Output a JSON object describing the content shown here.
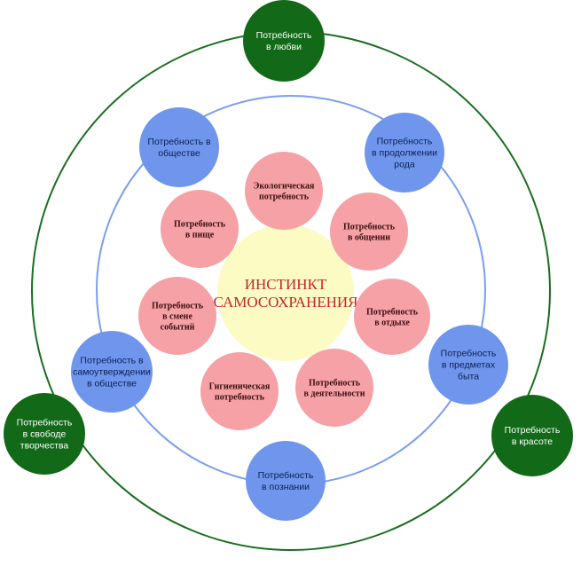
{
  "center": {
    "lines": [
      "ИНСТИНКТ",
      "САМОСОХРАНЕНИЯ"
    ]
  },
  "inner_needs": [
    {
      "id": "ecology",
      "lines": [
        "Экологическая",
        "потребность"
      ]
    },
    {
      "id": "communication",
      "lines": [
        "Потребность",
        "в общении"
      ]
    },
    {
      "id": "rest",
      "lines": [
        "Потребность",
        "в отдыхе"
      ]
    },
    {
      "id": "activity",
      "lines": [
        "Потребность",
        "в деятельности"
      ]
    },
    {
      "id": "hygiene",
      "lines": [
        "Гигиеническая",
        "потребность"
      ]
    },
    {
      "id": "events",
      "lines": [
        "Потребность",
        "в смене",
        "событий"
      ]
    },
    {
      "id": "food",
      "lines": [
        "Потребность",
        "в пище"
      ]
    }
  ],
  "middle_needs": [
    {
      "id": "society",
      "lines": [
        "Потребность в",
        "обществе"
      ]
    },
    {
      "id": "procreation",
      "lines": [
        "Потребность",
        "в продолжении",
        "рода"
      ]
    },
    {
      "id": "objects",
      "lines": [
        "Потребность",
        "в предметах",
        "быта"
      ]
    },
    {
      "id": "cognition",
      "lines": [
        "Потребность",
        "в познании"
      ]
    },
    {
      "id": "self-assertion",
      "lines": [
        "Потребность в",
        "самоутверждении",
        "в обществе"
      ]
    }
  ],
  "outer_needs": [
    {
      "id": "love",
      "lines": [
        "Потребность",
        "в любви"
      ]
    },
    {
      "id": "beauty",
      "lines": [
        "Потребность",
        "в красоте"
      ]
    },
    {
      "id": "creativity",
      "lines": [
        "Потребность",
        "в свободе",
        "творчества"
      ]
    }
  ],
  "colors": {
    "center_fill": "#fbfbc3",
    "center_text": "#c0282d",
    "inner_fill": "#f5a1a6",
    "inner_text": "#3a0e10",
    "middle_fill": "#6f96ec",
    "middle_text": "#0c1f52",
    "middle_ring": "#7a9ef0",
    "outer_fill": "#126a18",
    "outer_text": "#ffffff",
    "outer_ring": "#1a6e1f"
  }
}
